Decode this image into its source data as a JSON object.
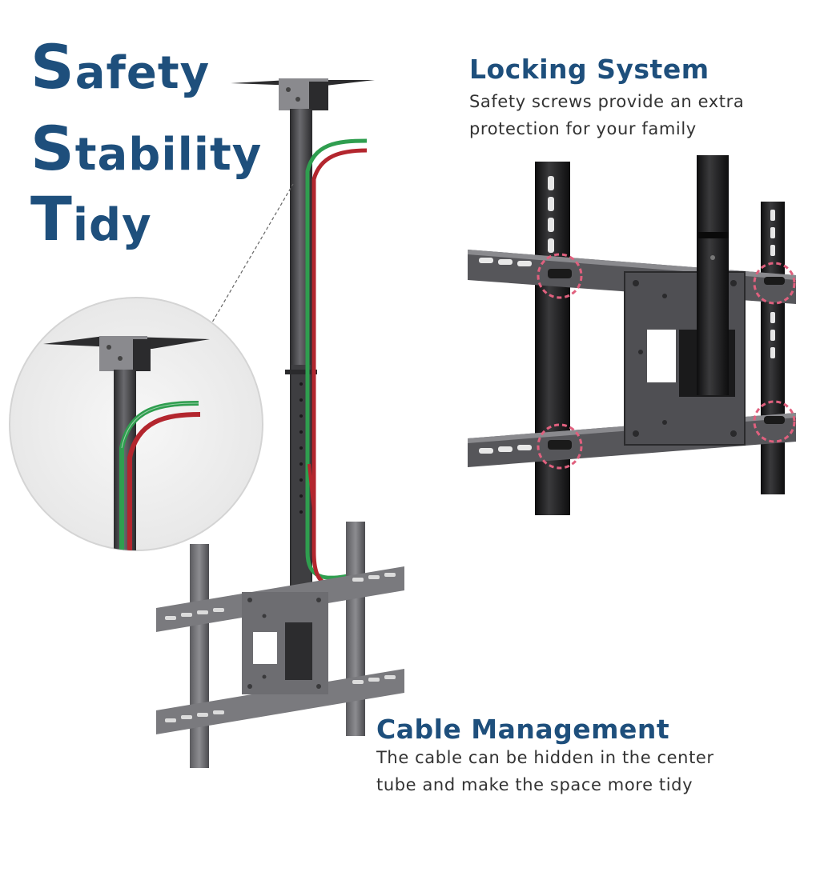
{
  "headline": {
    "word1": {
      "initial": "S",
      "rest": "afety"
    },
    "word2": {
      "initial": "S",
      "rest": "tability"
    },
    "word3": {
      "initial": "T",
      "rest": "idy"
    }
  },
  "locking_system": {
    "title": "Locking System",
    "lines": [
      "Safety screws provide an extra",
      "protection for your family"
    ]
  },
  "cable_management": {
    "title": "Cable Management",
    "lines": [
      "The cable can be hidden in the center",
      "tube and make the space more tidy"
    ]
  },
  "colors": {
    "heading": "#1e4f7c",
    "body_text": "#333333",
    "cable_green": "#2f9e4f",
    "cable_red": "#b3262e",
    "highlight_circle": "#e0607e",
    "metal_dark": "#3a3a3c",
    "metal_mid": "#6e6e72"
  }
}
